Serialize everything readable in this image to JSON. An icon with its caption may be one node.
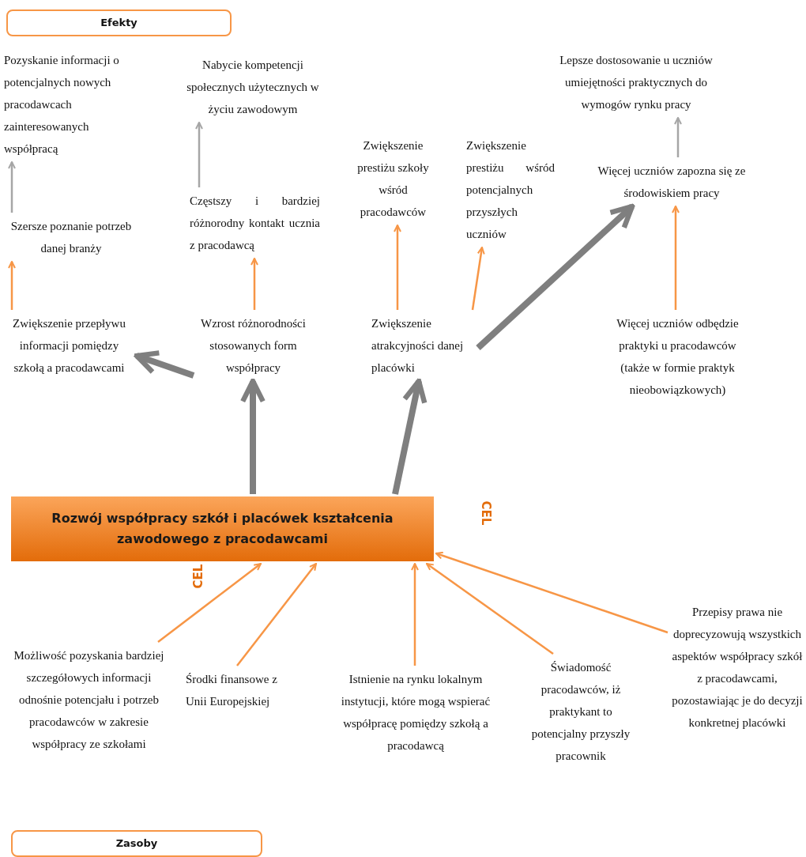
{
  "diagram": {
    "nodes": [
      {
        "text": [
          "Efekty"
        ]
      },
      {
        "text": [
          "Pozyskanie informacji o potencjalnych nowych pracodawcach zainteresowanych współpracą"
        ]
      },
      {
        "text": [
          "Nabycie kompetencji społecznych użytecznych w życiu zawodowym"
        ]
      },
      {
        "text": [
          "Lepsze dostosowanie u uczniów umiejętności praktycznych do wymogów rynku pracy"
        ]
      },
      {
        "text": [
          "Zwiększenie prestiżu szkoły wśród pracodawców"
        ]
      },
      {
        "text": [
          "Zwiększenie prestiżu wśród potencjalnych przyszłych uczniów"
        ]
      },
      {
        "text": [
          "Więcej uczniów zapozna się ze środowiskiem pracy"
        ]
      },
      {
        "text": [
          "Szersze poznanie potrzeb danej branży"
        ]
      },
      {
        "text": [
          "Częstszy i bardziej różnorodny kontakt ucznia z pracodawcą"
        ]
      },
      {
        "text": [
          "Zwiększenie przepływu informacji pomiędzy szkołą a pracodawcami"
        ]
      },
      {
        "text": [
          "Wzrost różnorodności stosowanych form współpracy"
        ]
      },
      {
        "text": [
          "Zwiększenie atrakcyjności danej placówki"
        ]
      },
      {
        "text": [
          "Więcej uczniów odbędzie praktyki u pracodawców (także w formie praktyk nieobowiązkowych)"
        ]
      },
      {
        "text": [
          "Rozwój współpracy szkół i placówek kształcenia zawodowego z pracodawcami"
        ]
      },
      {
        "text": [
          "Możliwość pozyskania bardziej szczegółowych informacji odnośnie potencjału i potrzeb pracodawców w zakresie współpracy ze szkołami"
        ]
      },
      {
        "text": [
          "Środki finansowe z Unii Europejskiej"
        ]
      },
      {
        "text": [
          "Istnienie na rynku lokalnym instytucji, które mogą wspierać współpracę pomiędzy szkołą a pracodawcą"
        ]
      },
      {
        "text": [
          "Świadomość pracodawców, iż praktykant to potencjalny przyszły pracownik"
        ]
      },
      {
        "text": [
          "Przepisy prawa nie doprecyzowują wszystkich aspektów współpracy szkół z pracodawcami, pozostawiając je do decyzji konkretnej placówki"
        ]
      },
      {
        "text": [
          "Zasoby"
        ]
      }
    ],
    "edges": [
      {
        "from": 7,
        "to": 1,
        "arrow": "to",
        "color": "#a6a6a6"
      },
      {
        "from": 8,
        "to": 2,
        "arrow": "to",
        "color": "#a6a6a6"
      },
      {
        "from": 6,
        "to": 3,
        "arrow": "to",
        "color": "#a6a6a6"
      },
      {
        "from": 9,
        "to": 7,
        "arrow": "to"
      },
      {
        "from": 10,
        "to": 8,
        "arrow": "to"
      },
      {
        "from": 11,
        "to": 4,
        "arrow": "to"
      },
      {
        "from": 11,
        "to": 5,
        "arrow": "to"
      },
      {
        "from": 12,
        "to": 6,
        "arrow": "to"
      },
      {
        "from": 10,
        "to": 9,
        "arrow": "to",
        "style": "thick",
        "color": "#7f7f7f"
      },
      {
        "from": 11,
        "to": 6,
        "arrow": "to",
        "style": "thick",
        "color": "#7f7f7f"
      },
      {
        "from": 13,
        "to": 10,
        "arrow": "to",
        "style": "thick",
        "color": "#7f7f7f"
      },
      {
        "from": 13,
        "to": 11,
        "arrow": "to",
        "style": "thick",
        "color": "#7f7f7f"
      },
      {
        "from": 14,
        "to": 13,
        "arrow": "to"
      },
      {
        "from": 15,
        "to": 13,
        "arrow": "to"
      },
      {
        "from": 16,
        "to": 13,
        "arrow": "to"
      },
      {
        "from": 17,
        "to": 13,
        "arrow": "to"
      },
      {
        "from": 18,
        "to": 13,
        "arrow": "to"
      }
    ],
    "labels": [
      "CEL",
      "CEL"
    ]
  }
}
